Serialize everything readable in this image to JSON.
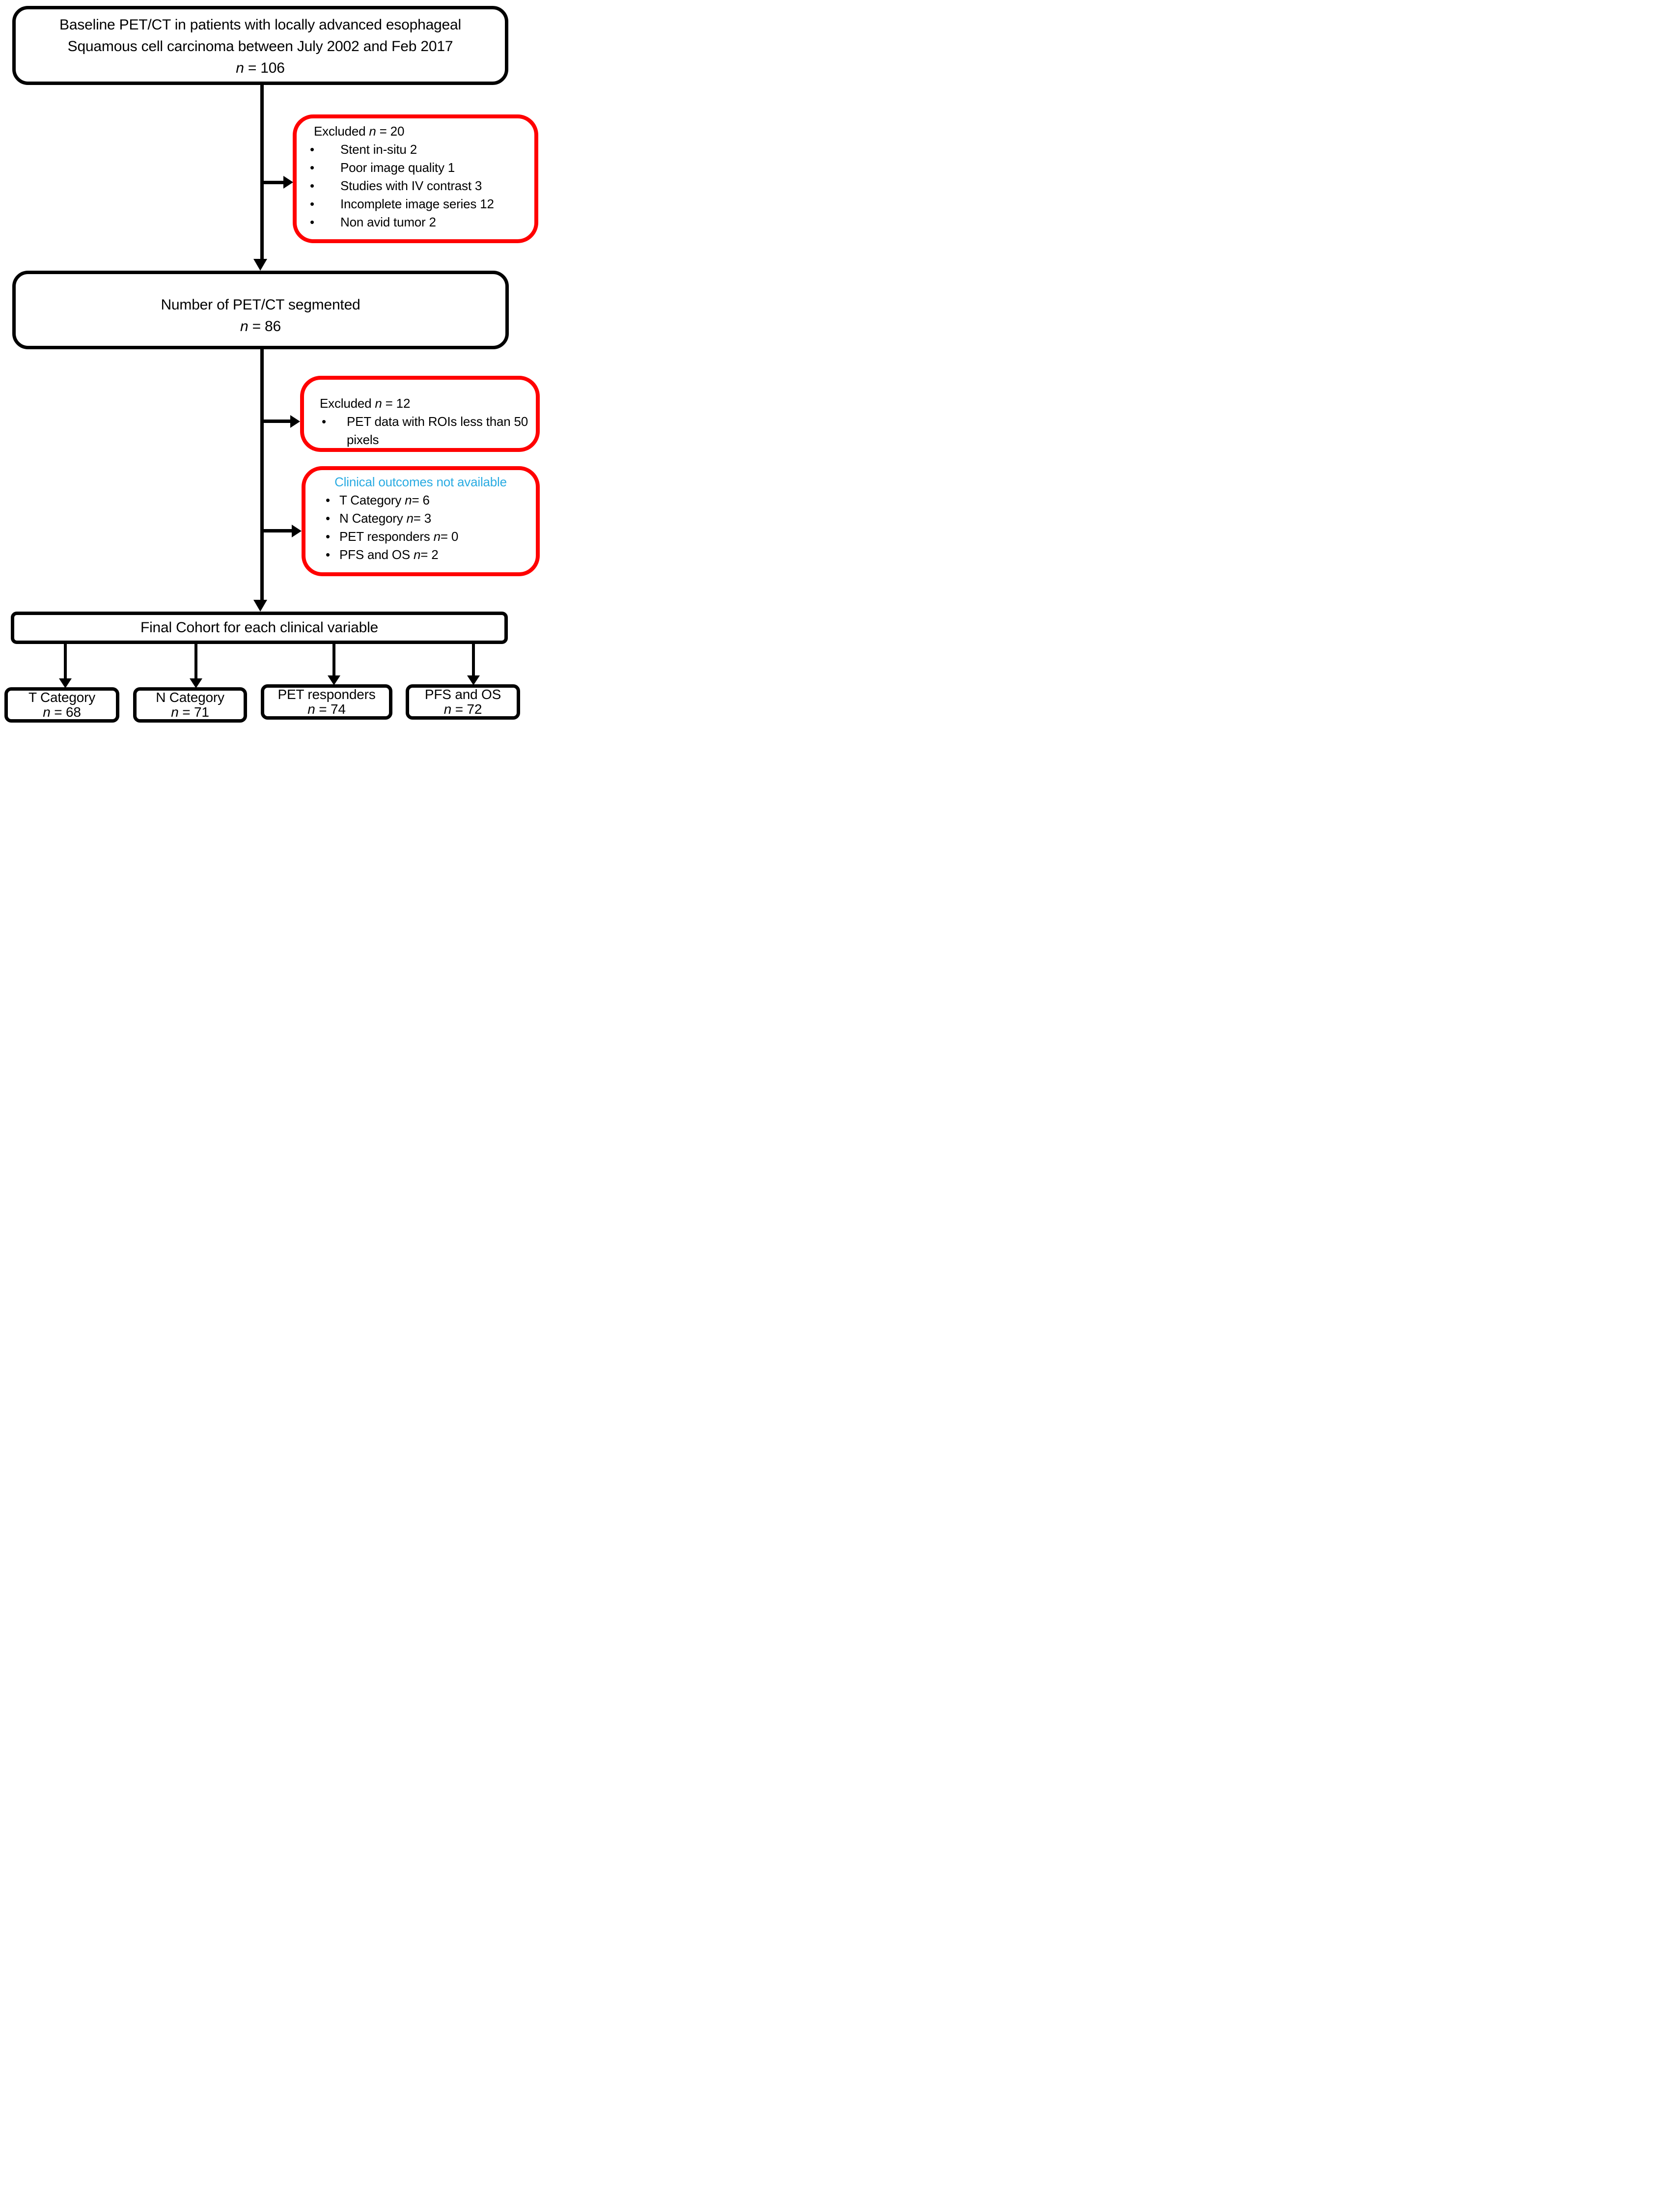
{
  "colors": {
    "box_border": "#000000",
    "exclusion_border": "#FF0000",
    "outcomes_title": "#29ABE2",
    "text": "#000000",
    "background": "#FFFFFF"
  },
  "boxes": {
    "baseline": {
      "line1": "Baseline PET/CT in patients with locally advanced esophageal",
      "line2": "Squamous cell carcinoma between July 2002 and Feb 2017",
      "n_word": "n",
      "n_eq": " = 106"
    },
    "excluded1": {
      "title_prefix": "Excluded ",
      "n_word": "n",
      "n_eq": " = 20",
      "items": [
        "Stent in-situ 2",
        "Poor image quality 1",
        "Studies with IV contrast 3",
        "Incomplete image series 12",
        "Non avid tumor 2"
      ]
    },
    "segmented": {
      "line1": "Number of PET/CT segmented",
      "n_word": "n",
      "n_eq": " = 86"
    },
    "excluded2": {
      "title_prefix": "Excluded ",
      "n_word": "n",
      "n_eq": " = 12",
      "items": [
        {
          "line1": "PET data with ROIs less than 50",
          "line2": "pixels"
        }
      ]
    },
    "outcomes": {
      "title": "Clinical outcomes not available",
      "items": [
        {
          "text": "T Category ",
          "n_word": "n",
          "n_eq": "= 6"
        },
        {
          "text": "N Category ",
          "n_word": "n",
          "n_eq": "= 3"
        },
        {
          "text": "PET responders ",
          "n_word": "n",
          "n_eq": "= 0"
        },
        {
          "text": "PFS and OS ",
          "n_word": "n",
          "n_eq": "= 2"
        }
      ]
    },
    "final": {
      "title": "Final Cohort for each clinical variable"
    },
    "cohorts": [
      {
        "label": "T Category",
        "n_word": "n",
        "n_eq": " = 68"
      },
      {
        "label": "N Category",
        "n_word": "n",
        "n_eq": " = 71"
      },
      {
        "label": "PET responders",
        "n_word": "n",
        "n_eq": " = 74"
      },
      {
        "label": "PFS and OS",
        "n_word": "n",
        "n_eq": " = 72"
      }
    ]
  }
}
